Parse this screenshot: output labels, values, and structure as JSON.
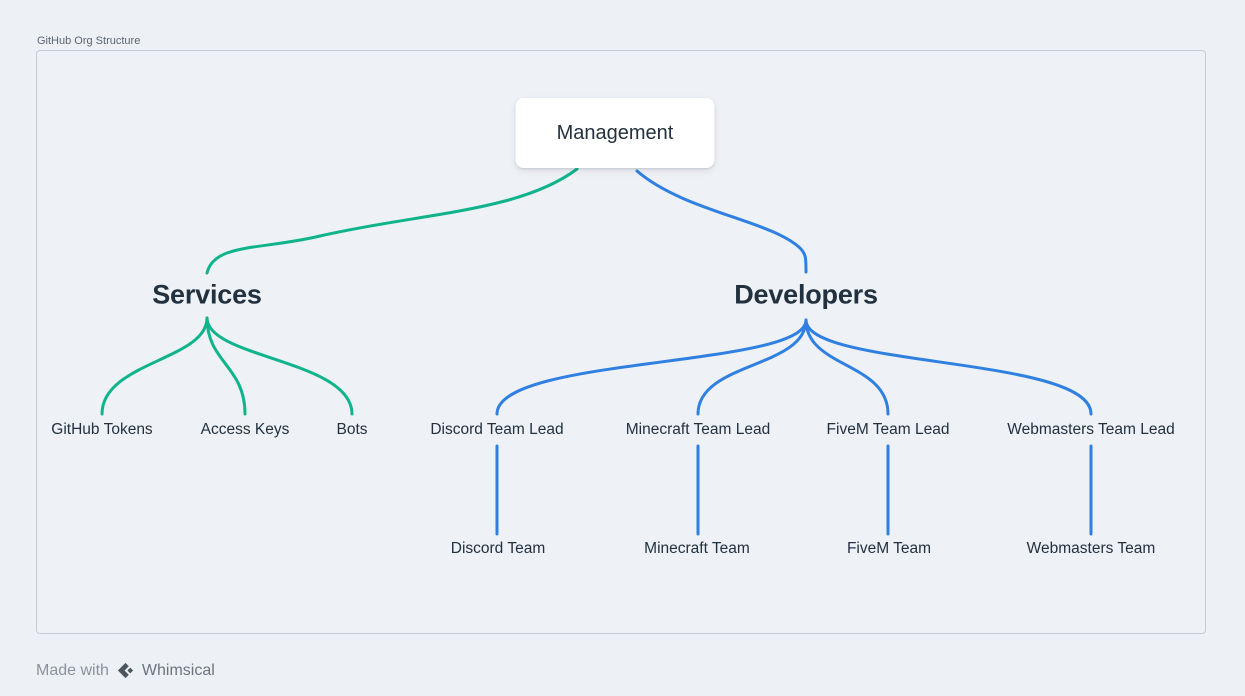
{
  "page": {
    "title": "GitHub Org Structure"
  },
  "colors": {
    "teal": "#10b48c",
    "blue": "#2f80e0"
  },
  "diagram": {
    "root": {
      "label": "Management"
    },
    "branches": [
      {
        "label": "Services",
        "children": [
          {
            "label": "GitHub Tokens"
          },
          {
            "label": "Access Keys"
          },
          {
            "label": "Bots"
          }
        ]
      },
      {
        "label": "Developers",
        "children": [
          {
            "label": "Discord Team Lead",
            "team": {
              "label": "Discord Team"
            }
          },
          {
            "label": "Minecraft Team Lead",
            "team": {
              "label": "Minecraft Team"
            }
          },
          {
            "label": "FiveM Team Lead",
            "team": {
              "label": "FiveM Team"
            }
          },
          {
            "label": "Webmasters Team Lead",
            "team": {
              "label": "Webmasters Team"
            }
          }
        ]
      }
    ]
  },
  "footer": {
    "made_with": "Made with",
    "brand": "Whimsical"
  }
}
